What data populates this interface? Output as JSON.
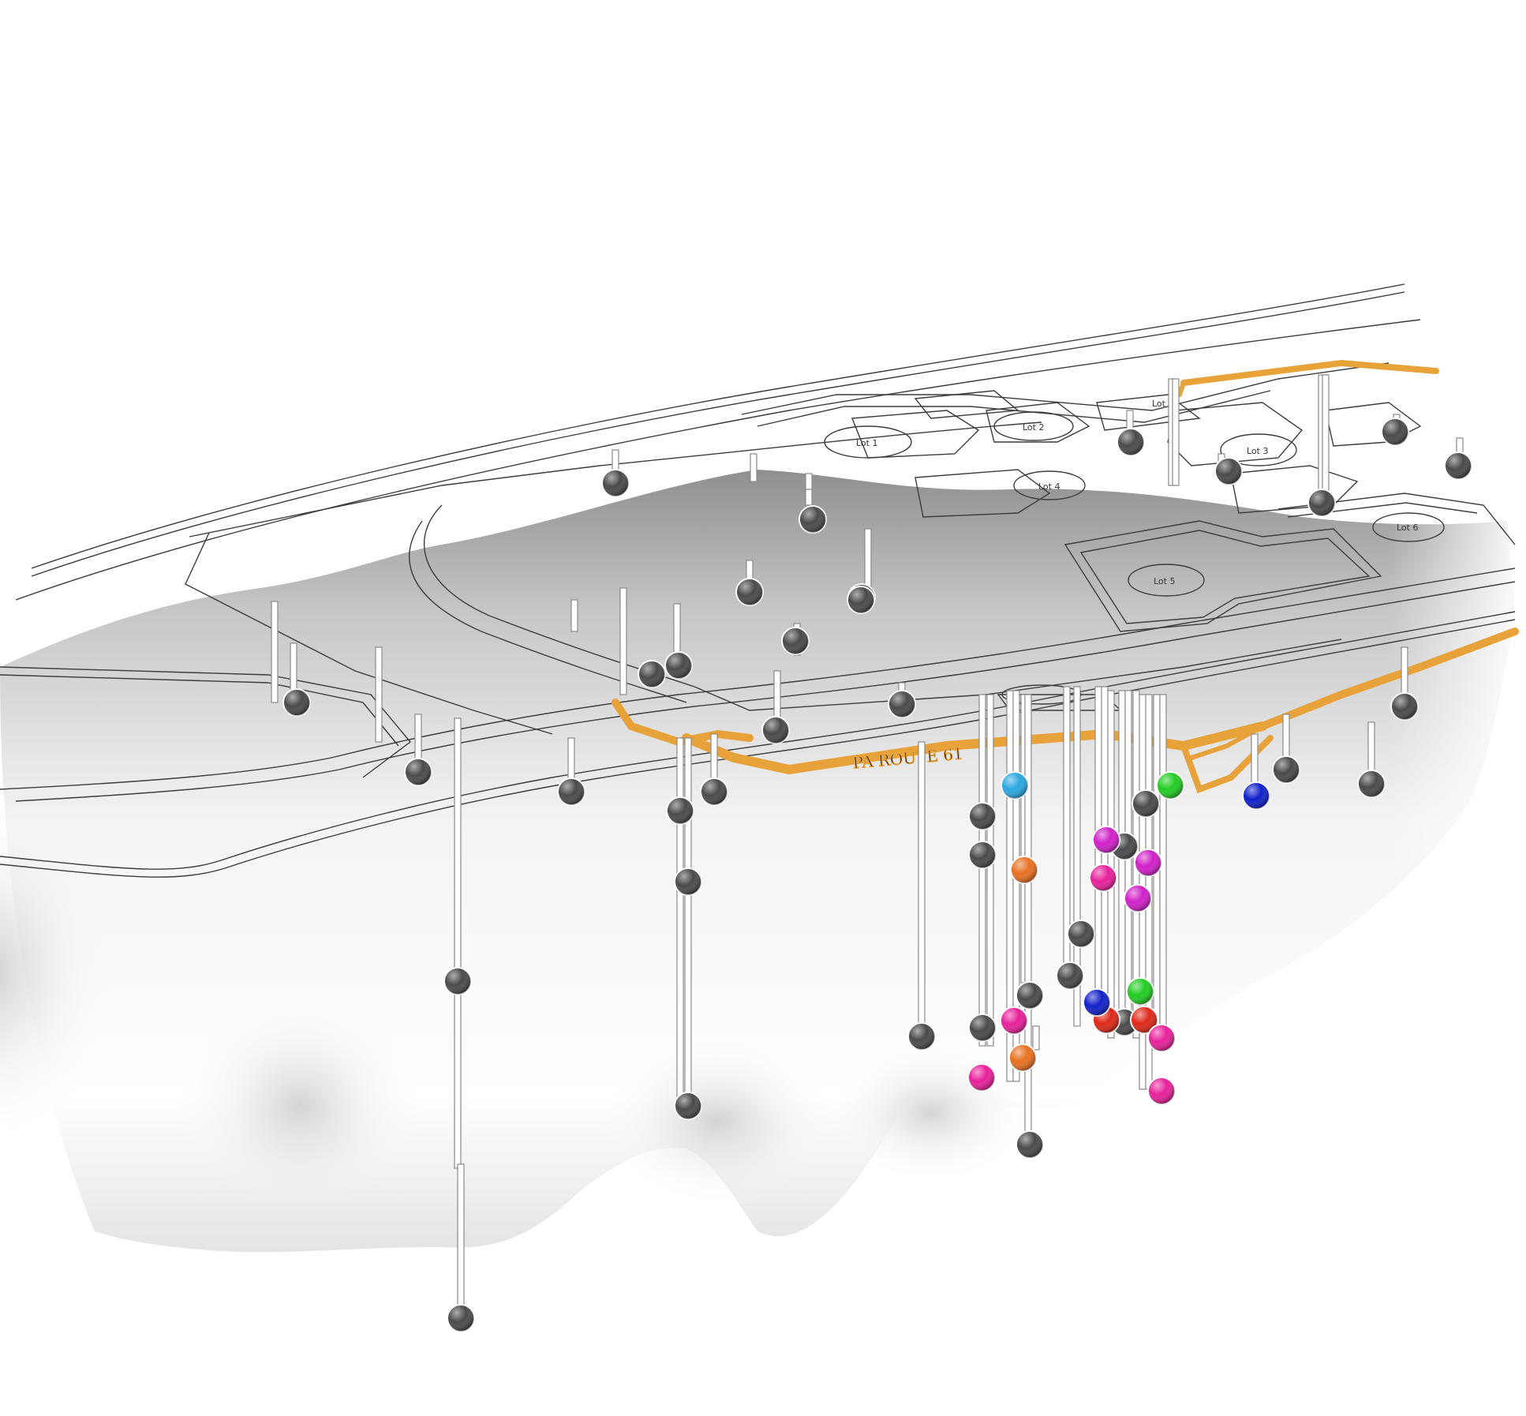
{
  "scene": {
    "labels": {
      "road": "PA ROUTE 61",
      "lot_a": "Lot 1",
      "lot_b": "Lot 2",
      "lot_c": "Lot 3",
      "lot_d": "Lot 4",
      "lot_e": "Lot 5",
      "lot_f": "Lot 6",
      "lot_g": "Lot 7"
    },
    "colors": {
      "surface_light": "#fdfdfd",
      "surface_dark": "#9a9a9a",
      "linework": "#3c3c3c",
      "pipe": "#e8a23a",
      "sample_default": "#4a4a4a",
      "sample_cyan": "#2aa8e0",
      "sample_magenta": "#d020c8",
      "sample_pink": "#e8209a",
      "sample_orange": "#e87020",
      "sample_red": "#e02818",
      "sample_green": "#22cc22",
      "sample_blue": "#1020c8"
    }
  }
}
